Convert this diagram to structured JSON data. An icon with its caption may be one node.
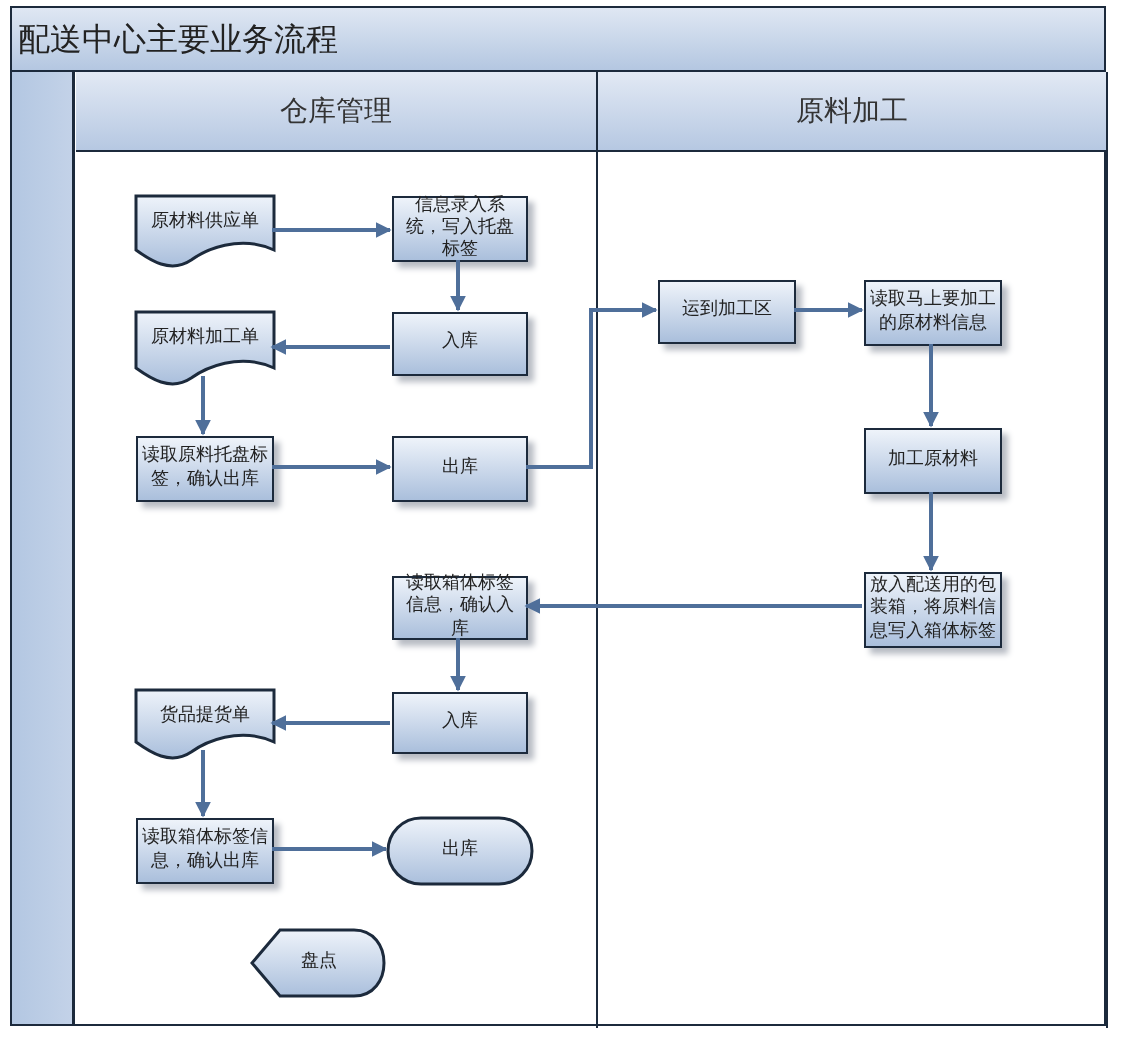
{
  "diagram": {
    "nodes": [
      {
        "text": [
          "配送中心主要业务流程"
        ]
      },
      {
        "text": [
          "仓库管理"
        ],
        "in": 0
      },
      {
        "text": [
          "原料加工"
        ],
        "in": 0
      },
      {
        "text": [
          "原材料供应单"
        ],
        "in": 1
      },
      {
        "text": [
          "信息录入系统，写入托盘标签"
        ],
        "in": 1
      },
      {
        "text": [
          "原材料加工单"
        ],
        "in": 1
      },
      {
        "text": [
          "入库"
        ],
        "in": 1
      },
      {
        "text": [
          "读取原料托盘标签，确认出库"
        ],
        "in": 1
      },
      {
        "text": [
          "出库"
        ],
        "in": 1
      },
      {
        "text": [
          "运到加工区"
        ],
        "in": 2
      },
      {
        "text": [
          "读取马上要加工的原材料信息"
        ],
        "in": 2
      },
      {
        "text": [
          "加工原材料"
        ],
        "in": 2
      },
      {
        "text": [
          "放入配送用的包装箱，将原料信息写入箱体标签"
        ],
        "in": 2
      },
      {
        "text": [
          "读取箱体标签信息，确认入库"
        ],
        "in": 1
      },
      {
        "text": [
          "入库"
        ],
        "in": 1
      },
      {
        "text": [
          "货品提货单"
        ],
        "in": 1
      },
      {
        "text": [
          "读取箱体标签信息，确认出库"
        ],
        "in": 1
      },
      {
        "text": [
          "出库"
        ],
        "in": 1
      },
      {
        "text": [
          "盘点"
        ],
        "in": 1
      }
    ],
    "edges": [
      {
        "from": 3,
        "to": 4,
        "arrow": "to"
      },
      {
        "from": 4,
        "to": 6,
        "arrow": "to"
      },
      {
        "from": 6,
        "to": 5,
        "arrow": "to"
      },
      {
        "from": 5,
        "to": 7,
        "arrow": "to"
      },
      {
        "from": 7,
        "to": 8,
        "arrow": "to"
      },
      {
        "from": 8,
        "to": 9,
        "arrow": "to"
      },
      {
        "from": 9,
        "to": 10,
        "arrow": "to"
      },
      {
        "from": 10,
        "to": 11,
        "arrow": "to"
      },
      {
        "from": 11,
        "to": 12,
        "arrow": "to"
      },
      {
        "from": 12,
        "to": 13,
        "arrow": "to"
      },
      {
        "from": 13,
        "to": 14,
        "arrow": "to"
      },
      {
        "from": 14,
        "to": 15,
        "arrow": "to"
      },
      {
        "from": 15,
        "to": 16,
        "arrow": "to"
      },
      {
        "from": 16,
        "to": 17,
        "arrow": "to"
      }
    ]
  }
}
